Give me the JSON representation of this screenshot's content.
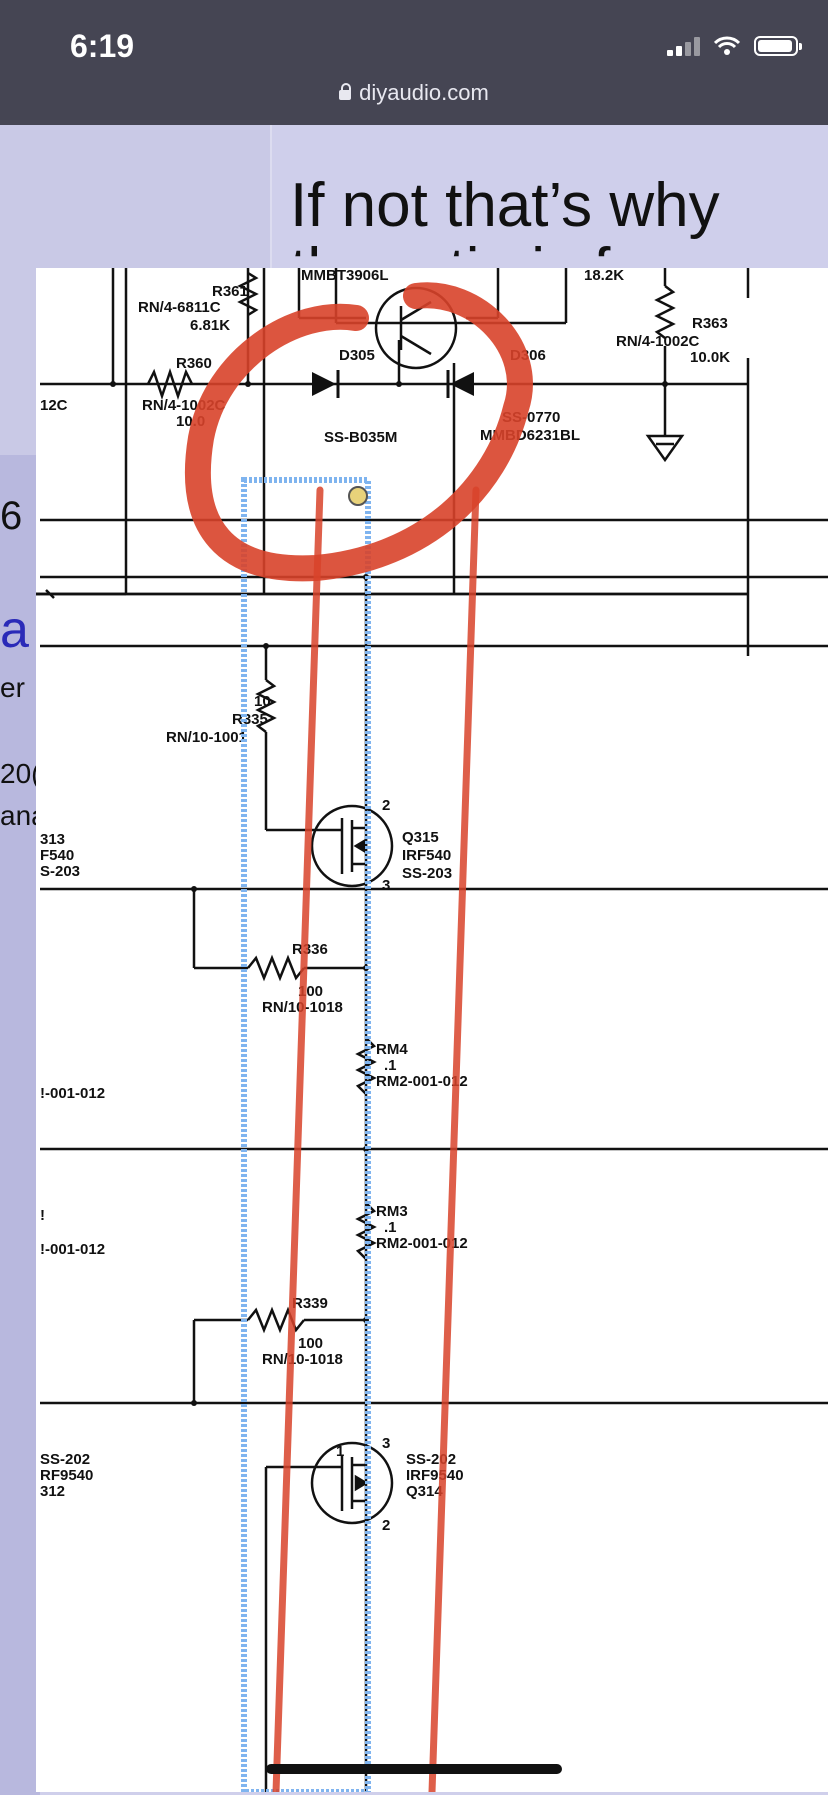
{
  "status": {
    "time": "6:19",
    "url": "diyaudio.com"
  },
  "background": {
    "heading_line1": "If not that’s why",
    "heading_line2": "the ratio is f",
    "edge_number": "6",
    "edge_letter": "a",
    "edge_frag1": "er",
    "edge_frag2": "20(",
    "edge_frag3": "ana"
  },
  "schematic": {
    "labels": {
      "r361": "R361",
      "r361_part": "RN/4-6811C",
      "r361_val": "6.81K",
      "q_top": "MMBT3906L",
      "r_top_val": "18.2K",
      "r363": "R363",
      "r363_part": "RN/4-1002C",
      "r363_val": "10.0K",
      "r360": "R360",
      "r360_part": "RN/4-1002C",
      "r360_val": "10.0",
      "left_frag_12c": "12C",
      "d305": "D305",
      "d305_part": "SS-B035M",
      "d306": "D306",
      "d306_part": "SS-0770",
      "d306_part2": "MMBD6231BL",
      "r335_val": "10",
      "r335": "R335",
      "r335_part": "RN/10-1001",
      "q315": "Q315",
      "q315_part": "IRF540",
      "q315_part2": "SS-203",
      "left_313": "313",
      "left_f540": "F540",
      "left_s203": "S-203",
      "r336": "R336",
      "r336_val": "100",
      "r336_part": "RN/10-1018",
      "rm4": "RM4",
      "rm4_val": ".1",
      "rm4_part": "RM2-001-012",
      "left_001_a": "!-001-012",
      "rm3": "RM3",
      "rm3_val": ".1",
      "rm3_part": "RM2-001-012",
      "left_001_b": "!-001-012",
      "left_bang": "!",
      "r339": "R339",
      "r339_val": "100",
      "r339_part": "RN/10-1018",
      "q314_part": "SS-202",
      "q314_part2": "IRF9540",
      "q314": "Q314",
      "left_ss202": "SS-202",
      "left_irf": "RF9540",
      "left_312": "312",
      "pin1": "1",
      "pin2": "2",
      "pin3": "3"
    }
  },
  "colors": {
    "annotation_red": "#d8432a",
    "selection_blue": "#7fb4ef",
    "statusbar": "#454553"
  }
}
